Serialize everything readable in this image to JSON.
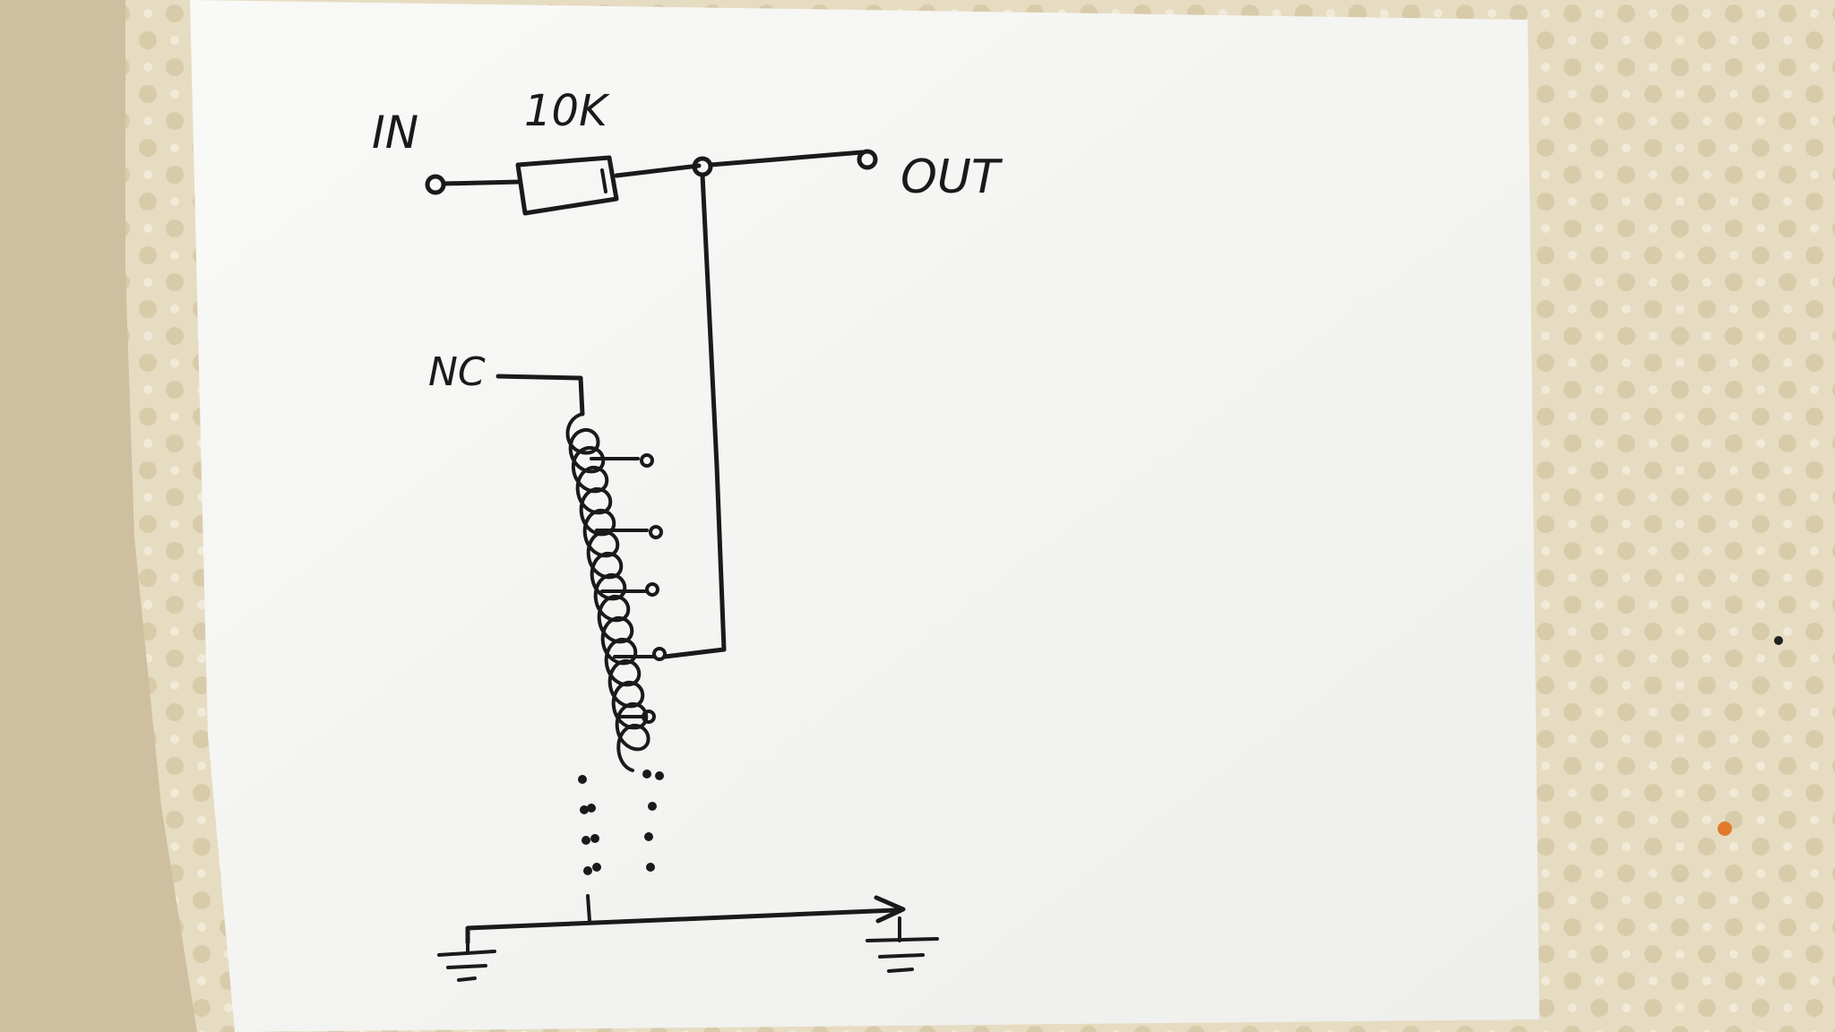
{
  "labels": {
    "input": "IN",
    "resistor_value": "10K",
    "output": "OUT",
    "nc": "NC"
  },
  "colors": {
    "ink": "#1a1a1a",
    "paper": "#f6f6f4",
    "cloth": "#e9dfc4",
    "fabric_left": "#cdbf9f"
  }
}
